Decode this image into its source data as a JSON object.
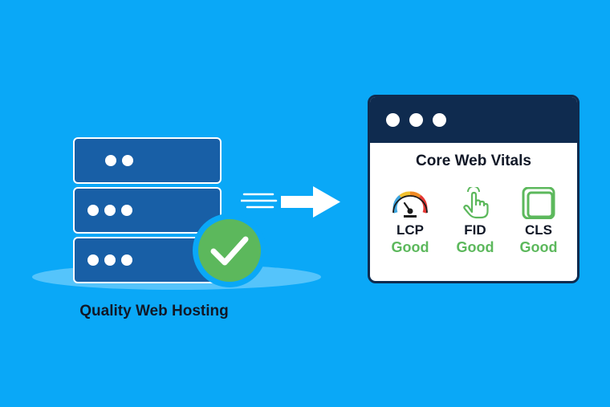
{
  "server": {
    "caption": "Quality Web Hosting",
    "units": [
      {
        "dot_count": 2
      },
      {
        "dot_count": 3
      },
      {
        "dot_count": 3
      }
    ],
    "status_icon": "checkmark-circle-icon"
  },
  "browser": {
    "title": "Core Web Vitals",
    "metrics": [
      {
        "name": "LCP",
        "status": "Good",
        "icon": "speedometer-icon"
      },
      {
        "name": "FID",
        "status": "Good",
        "icon": "pointer-hand-icon"
      },
      {
        "name": "CLS",
        "status": "Good",
        "icon": "layout-shift-icon"
      }
    ]
  },
  "colors": {
    "background": "#0aa8f7",
    "server": "#185fa6",
    "window_bar": "#0f2b4f",
    "good": "#5cb85c"
  }
}
